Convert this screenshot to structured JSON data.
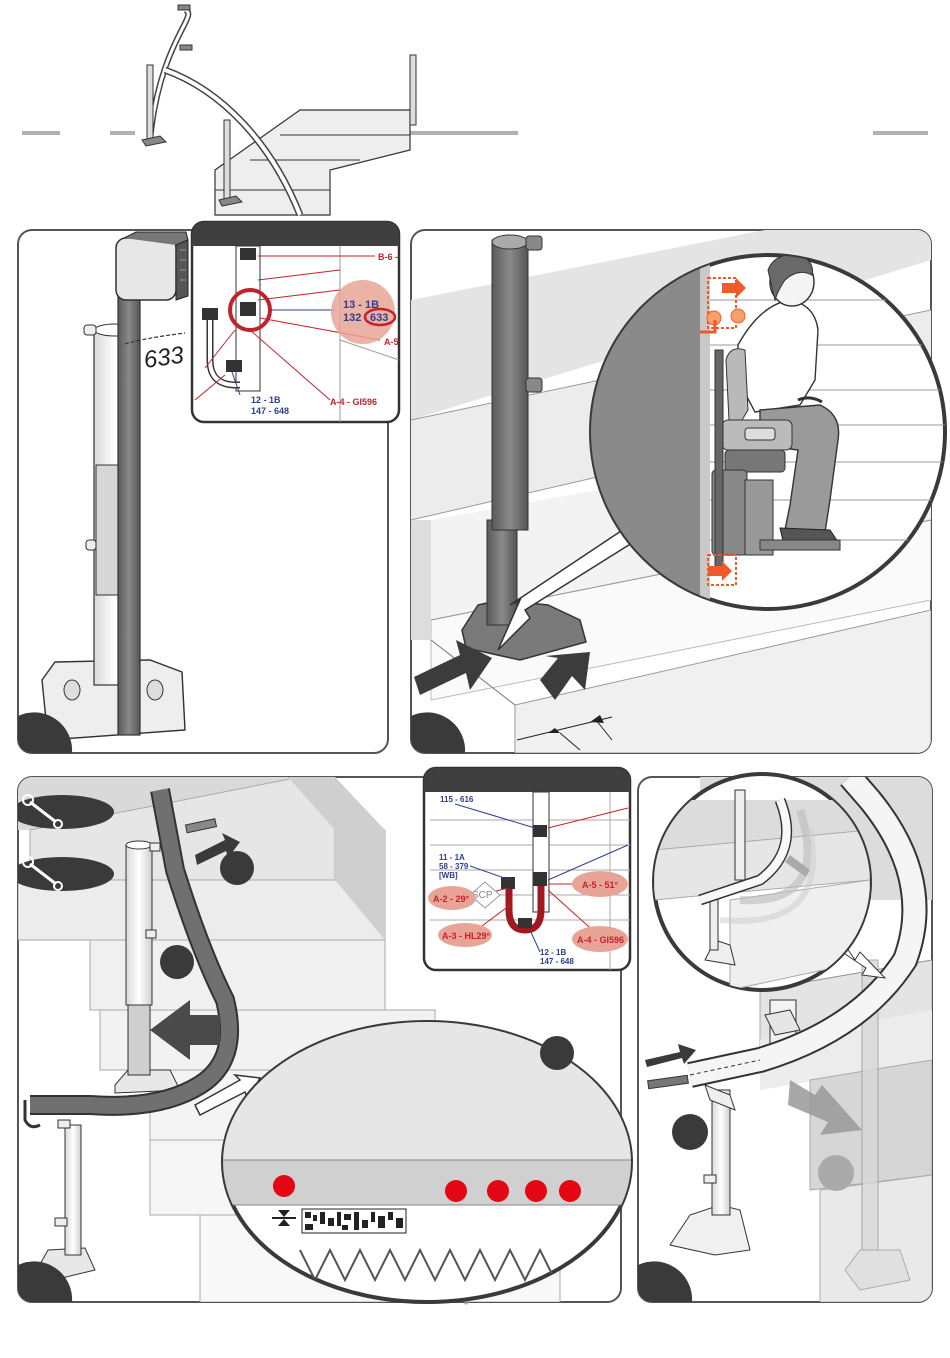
{
  "panel_top_left": {
    "rail_number": "633",
    "detail": {
      "ref_b6": "B-6 -",
      "ref_13_1b": "13 - 1B",
      "ref_132": "132",
      "ref_633": "633",
      "ref_a5_cut": "A-5",
      "ref_12_1b": "12 - 1B",
      "ref_147_648": "147 - 648",
      "ref_a4": "A-4 - GI596"
    }
  },
  "panel_bottom_middle_detail": {
    "ref_115_616": "115 - 616",
    "ref_11_1a": "11 - 1A",
    "ref_58_379": "58 - 379",
    "ref_wb": "[WB]",
    "ref_scp": "SCP",
    "ref_a2": "A-2 - 29°",
    "ref_a3": "A-3 - HL29°",
    "ref_a5": "A-5 - 51°",
    "ref_a4": "A-4 - GI596",
    "ref_12_1b": "12 - 1B",
    "ref_147_648": "147 - 648"
  },
  "colors": {
    "frame": "#555555",
    "rail_dark": "#6b6b6b",
    "stair_light": "#e6e6e6",
    "stair_mid": "#cccccc",
    "accent_red": "#e30613",
    "label_blue": "#2e3f8f",
    "label_red": "#c8202a",
    "highlight_pink": "#e8a597",
    "arrow_orange": "#f05a28"
  }
}
